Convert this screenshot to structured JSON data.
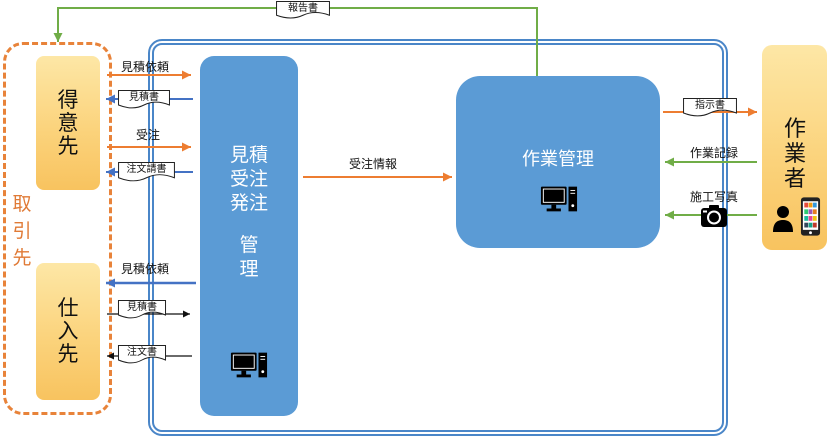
{
  "report_doc": {
    "label": "報告書"
  },
  "partners": {
    "label": "取引先",
    "customer": {
      "label": "得意先"
    },
    "supplier": {
      "label": "仕入先"
    }
  },
  "estimate_system": {
    "lines": [
      "見積",
      "受注",
      "発注",
      "管",
      "理"
    ],
    "icon": "computer-icon"
  },
  "work_system": {
    "label": "作業管理",
    "icon": "computer-icon"
  },
  "worker": {
    "label": "作業者",
    "icons": [
      "person-icon",
      "smartphone-icon"
    ]
  },
  "customer_flows": {
    "estimate_request": "見積依頼",
    "estimate_doc": "見積書",
    "order": "受注",
    "order_ack_doc": "注文請書"
  },
  "supplier_flows": {
    "estimate_request": "見積依頼",
    "estimate_doc": "見積書",
    "order_doc": "注文書"
  },
  "internal_flows": {
    "order_info": "受注情報"
  },
  "worker_flows": {
    "instruction_doc": "指示書",
    "work_record": "作業記録",
    "construction_photo": "施工写真",
    "photo_icon": "camera-icon"
  },
  "colors": {
    "orange": "#ed7d31",
    "blue": "#4472c4",
    "green": "#70ad47",
    "box_blue": "#5b9bd5",
    "frame_blue": "#4a86c8",
    "dash_orange": "#e8833a",
    "partner_text": "#e07a36"
  }
}
